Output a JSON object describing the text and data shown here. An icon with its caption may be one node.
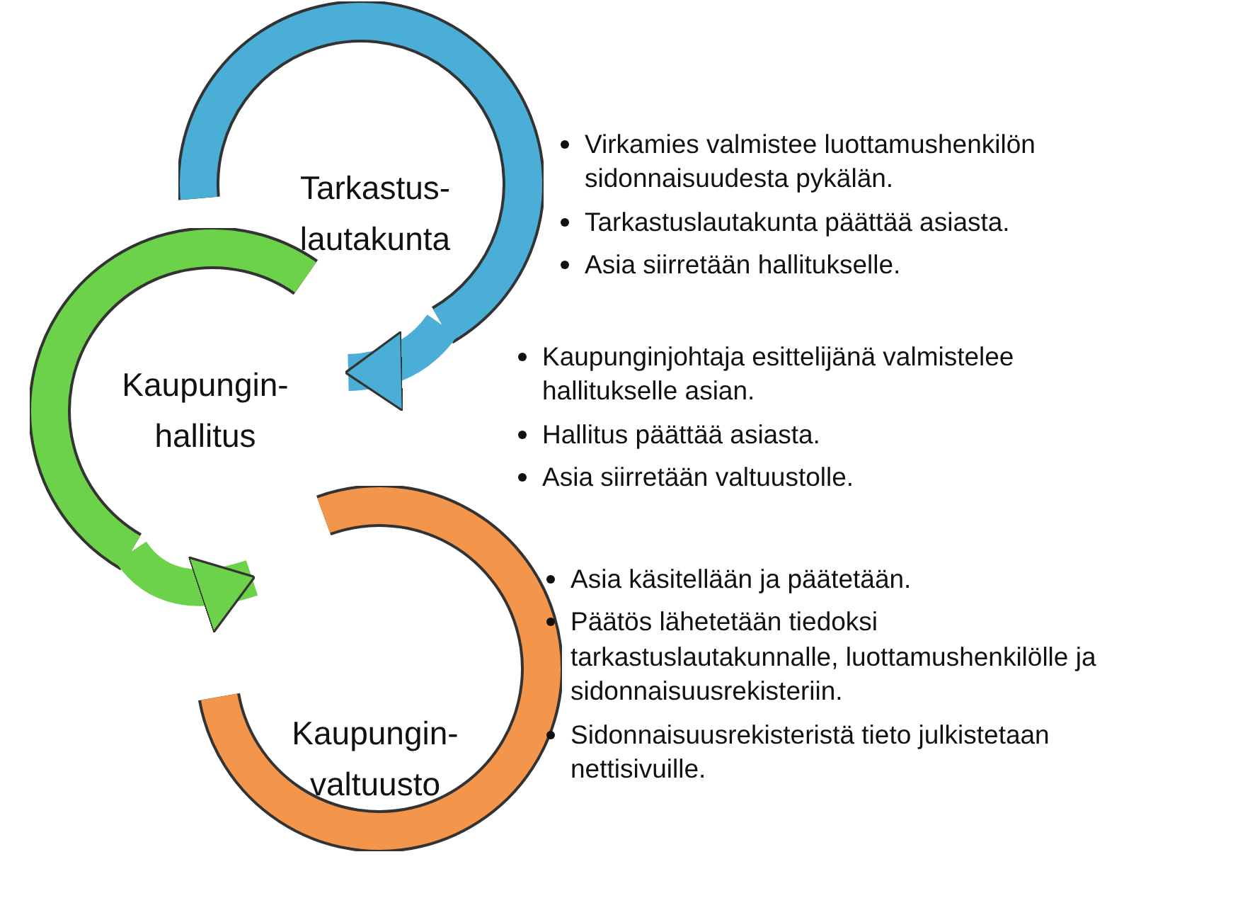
{
  "diagram": {
    "nodes": [
      {
        "text": [
          "Tarkastus- lautakunta"
        ]
      },
      {
        "text": [
          "Kaupungin- hallitus"
        ]
      },
      {
        "text": [
          "Kaupungin- valtuusto"
        ]
      }
    ],
    "edges": [
      {
        "from": 0,
        "to": 1,
        "arrow": "to",
        "color": "#4aaed6"
      },
      {
        "from": 1,
        "to": 2,
        "arrow": "to",
        "color": "#6cd24a"
      }
    ],
    "labels": [
      "Virkamies valmistee luottamushenkilön sidonnaisuudesta pykälän.",
      "Tarkastuslautakunta päättää asiasta.",
      "Asia siirretään hallitukselle.",
      "Kaupunginjohtaja esittelijänä valmistelee hallitukselle asian.",
      "Hallitus päättää asiasta.",
      "Asia siirretään valtuustolle.",
      "Asia käsitellään ja päätetään.",
      "Päätös lähetetään tiedoksi tarkastuslautakunnalle, luottamushenkilölle ja sidonnaisuusrekisteriin.",
      "Sidonnaisuusrekisteristä tieto julkistetaan nettisivuille."
    ]
  }
}
